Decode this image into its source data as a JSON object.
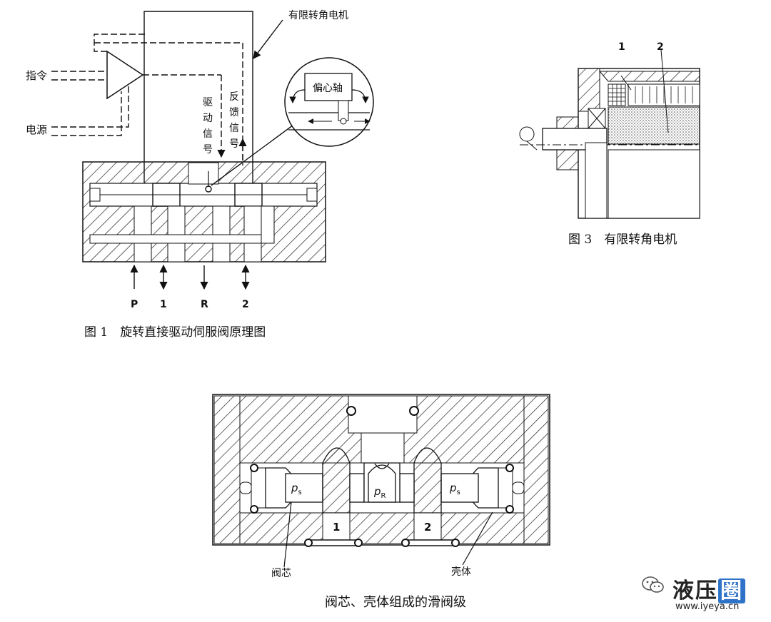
{
  "fig1": {
    "motor_label": "有限转角电机",
    "command": "指令",
    "power": "电源",
    "drive_signal": [
      "驱",
      "动",
      "信",
      "号"
    ],
    "feedback_signal": [
      "反",
      "馈",
      "信",
      "号"
    ],
    "eccentric_shaft": "偏心轴",
    "ports": [
      "P",
      "1",
      "R",
      "2"
    ],
    "caption": "图 1　旋转直接驱动伺服阀原理图"
  },
  "fig3": {
    "labels": [
      "1",
      "2"
    ],
    "caption": "图 3　有限转角电机"
  },
  "fig_bottom": {
    "ps": "p",
    "ps_sub": "s",
    "pr": "p",
    "pr_sub": "R",
    "ports": [
      "1",
      "2"
    ],
    "spool": "阀芯",
    "housing": "壳体",
    "caption": "阀芯、壳体组成的滑阀级"
  },
  "watermark": {
    "logo_a": "液压",
    "logo_b": "圈",
    "url": "www.iyeya.cn"
  }
}
